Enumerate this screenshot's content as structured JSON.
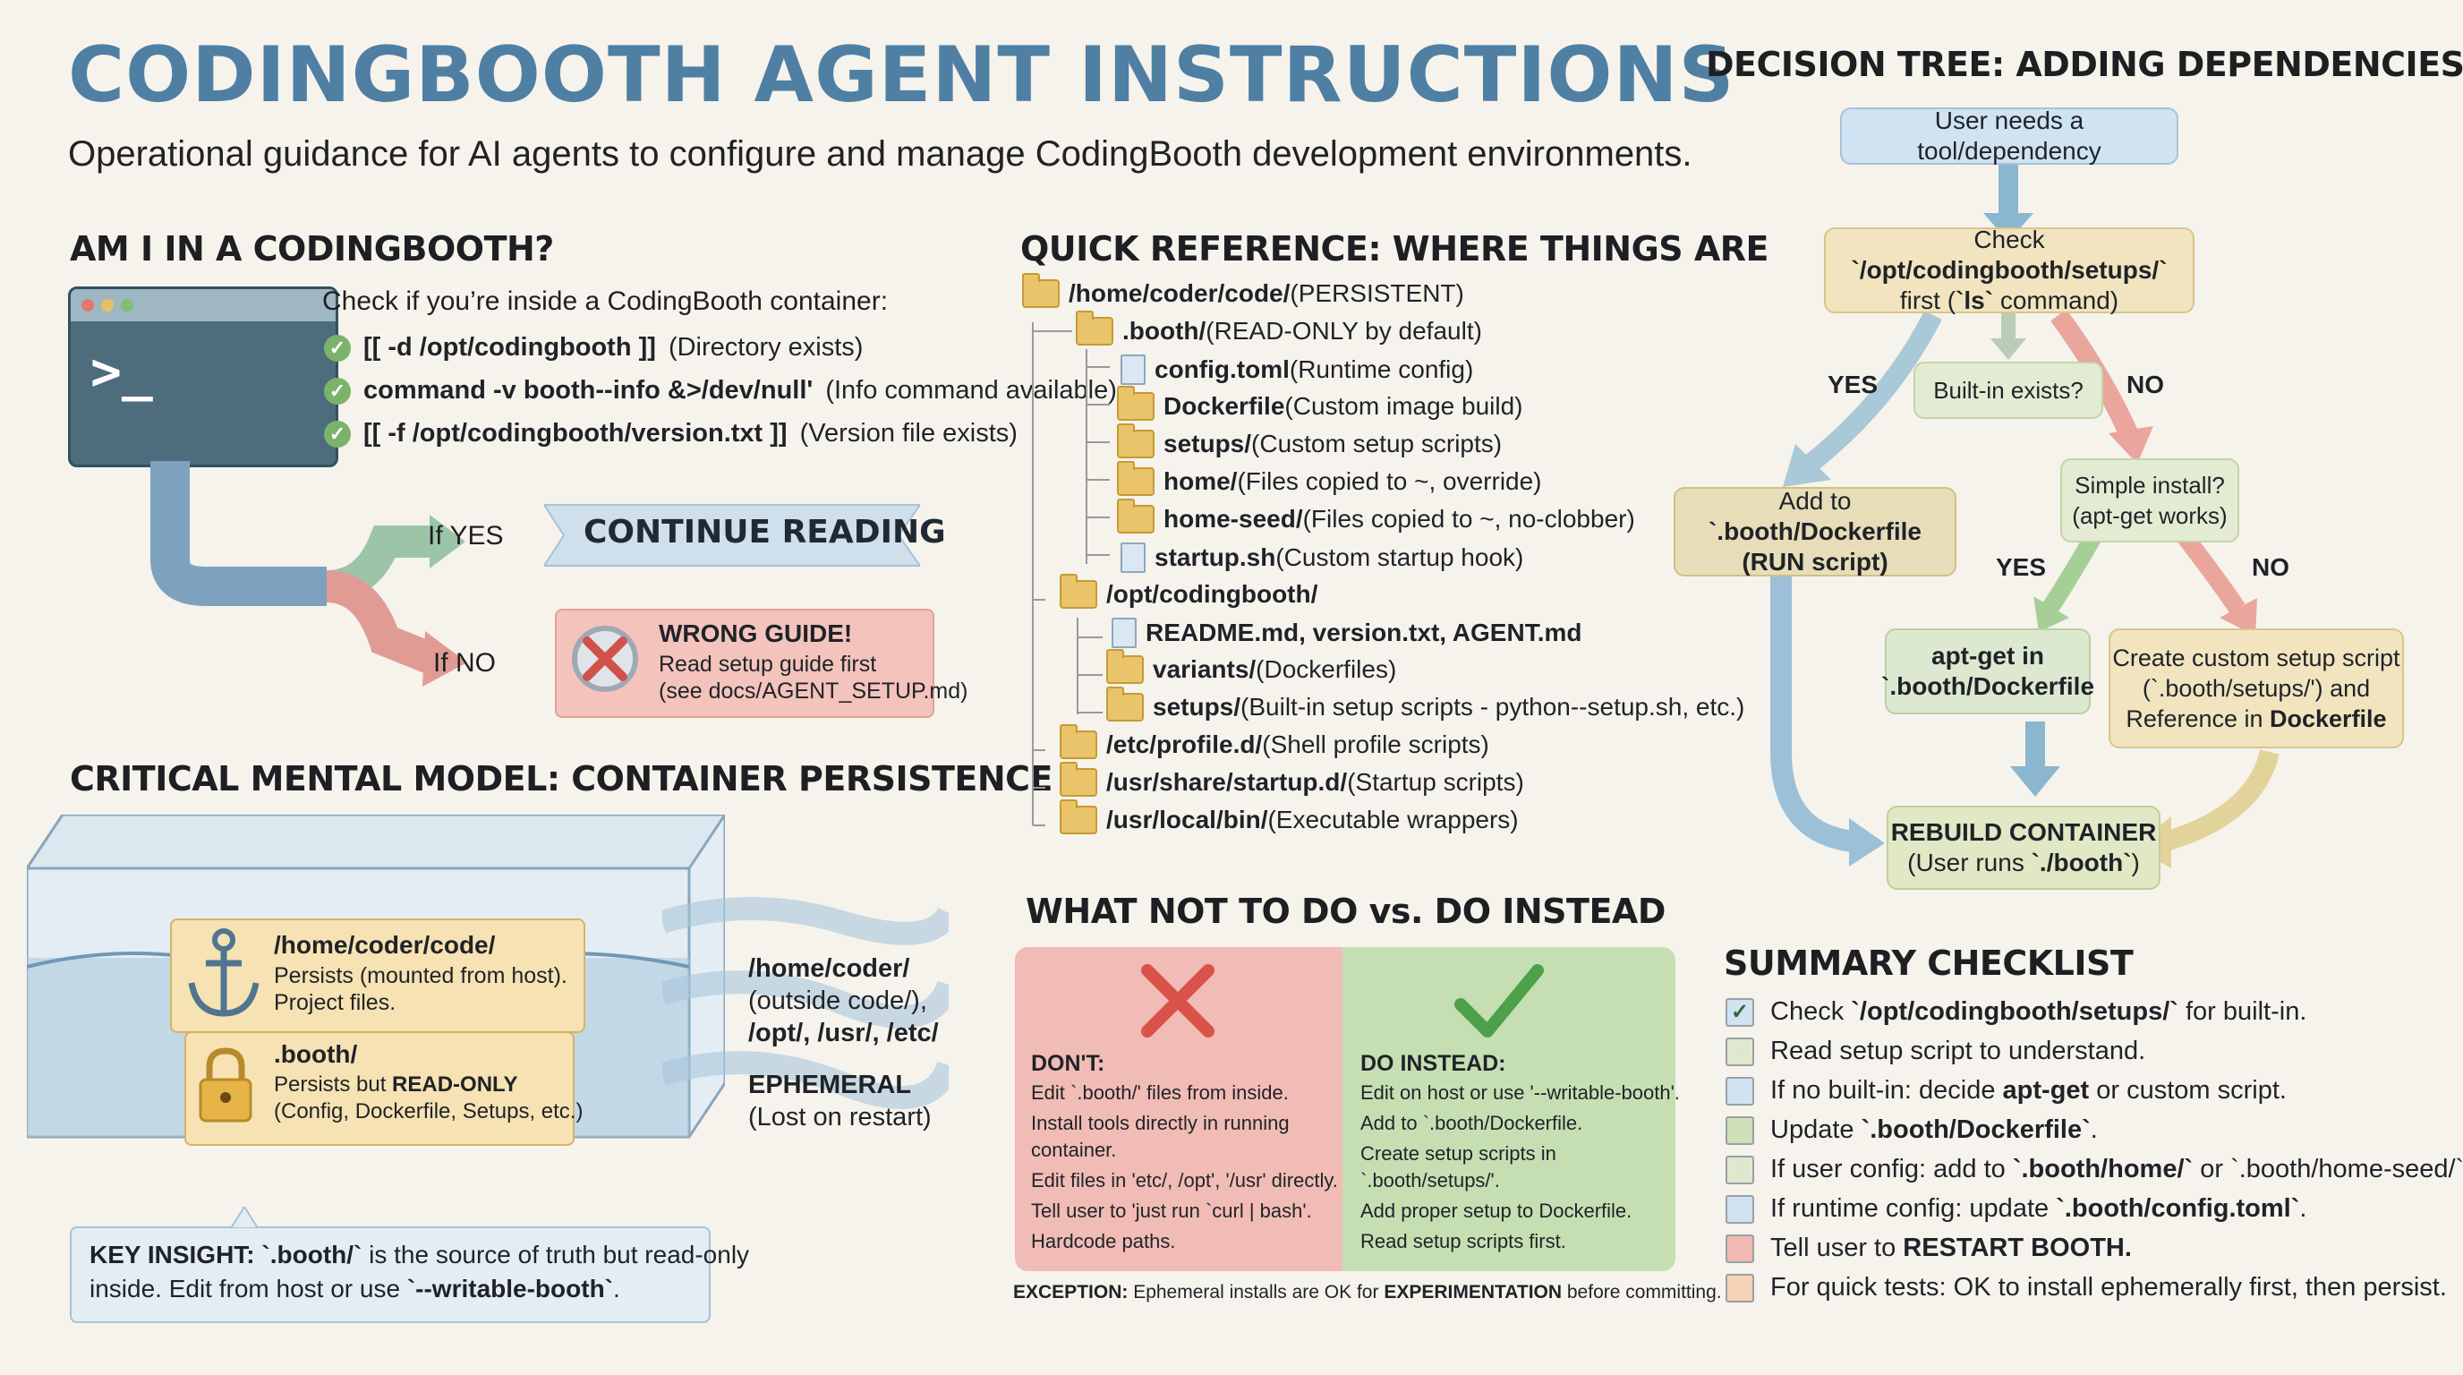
{
  "header": {
    "title": "CODINGBOOTH AGENT INSTRUCTIONS",
    "subtitle": "Operational guidance for AI agents to configure and manage CodingBooth development environments."
  },
  "am_i": {
    "heading": "AM I IN A CODINGBOOTH?",
    "intro": "Check if you’re inside a CodingBooth container:",
    "checks": [
      {
        "code": "[[ -d /opt/codingbooth ]]",
        "note": "(Directory exists)"
      },
      {
        "code": "command -v booth--info &>/dev/null'",
        "note": "(Info command available)"
      },
      {
        "code": "[[ -f /opt/codingbooth/version.txt ]]",
        "note": "(Version file exists)"
      }
    ],
    "prompt": ">_",
    "if_yes": "If YES",
    "if_no": "If NO",
    "continue": "CONTINUE READING",
    "wrong_title": "WRONG GUIDE!",
    "wrong_line1": "Read setup guide first",
    "wrong_line2": "(see docs/AGENT_SETUP.md)"
  },
  "mental": {
    "heading": "CRITICAL MENTAL MODEL: CONTAINER PERSISTENCE",
    "code_title": "/home/coder/code/",
    "code_line1": "Persists (mounted from host).",
    "code_line2": "Project files.",
    "booth_title": ".booth/",
    "booth_line1_a": "Persists but ",
    "booth_line1_b": "READ-ONLY",
    "booth_line2": "(Config, Dockerfile, Setups, etc.)",
    "outside_l1": "/home/coder/",
    "outside_l2": "(outside code/),",
    "outside_l3": "/opt/, /usr/, /etc/",
    "ephemeral": "EPHEMERAL",
    "lost": "(Lost on restart)",
    "insight_a": "KEY INSIGHT: ",
    "insight_b": "`.booth/`",
    "insight_c": " is the source of truth but read-only",
    "insight_d": "inside. Edit from host or use ",
    "insight_e": "`--writable-booth`",
    "insight_f": "."
  },
  "quickref": {
    "heading": "QUICK REFERENCE: WHERE THINGS ARE",
    "items": [
      {
        "icon": "folder",
        "name": "/home/coder/code/",
        "desc": " (PERSISTENT)"
      },
      {
        "icon": "folder",
        "name": ".booth/",
        "desc": " (READ-ONLY by default)"
      },
      {
        "icon": "file",
        "name": "config.toml",
        "desc": " (Runtime config)"
      },
      {
        "icon": "folder",
        "name": "Dockerfile",
        "desc": " (Custom image build)"
      },
      {
        "icon": "folder",
        "name": "setups/",
        "desc": " (Custom setup scripts)"
      },
      {
        "icon": "folder",
        "name": "home/",
        "desc": " (Files copied to ~, override)"
      },
      {
        "icon": "folder",
        "name": "home-seed/",
        "desc": " (Files copied to ~, no-clobber)"
      },
      {
        "icon": "file",
        "name": "startup.sh",
        "desc": " (Custom startup hook)"
      },
      {
        "icon": "folder",
        "name": "/opt/codingbooth/",
        "desc": ""
      },
      {
        "icon": "file",
        "name": "README.md, version.txt, AGENT.md",
        "desc": ""
      },
      {
        "icon": "folder",
        "name": "variants/",
        "desc": " (Dockerfiles)"
      },
      {
        "icon": "folder",
        "name": "setups/",
        "desc": " (Built-in setup scripts - python--setup.sh, etc.)"
      },
      {
        "icon": "folder",
        "name": "/etc/profile.d/",
        "desc": " (Shell profile scripts)"
      },
      {
        "icon": "folder",
        "name": "/usr/share/startup.d/",
        "desc": " (Startup scripts)"
      },
      {
        "icon": "folder",
        "name": "/usr/local/bin/",
        "desc": " (Executable wrappers)"
      }
    ]
  },
  "donts": {
    "heading": "WHAT NOT TO DO vs. DO INSTEAD",
    "dont_title": "DON'T:",
    "dont_lines": [
      "Edit `.booth/' files from inside.",
      "Install tools directly in running",
      "container.",
      "Edit files in 'etc/, /opt', '/usr' directly.",
      "Tell user to 'just run `curl | bash'.",
      "Hardcode paths."
    ],
    "do_title": "DO INSTEAD:",
    "do_lines": [
      "Edit on host or use '--writable-booth'.",
      "Add to `.booth/Dockerfile.",
      "Create setup scripts in",
      "`.booth/setups/'.",
      "Add proper setup to Dockerfile.",
      "Read setup scripts first."
    ],
    "exception_a": "EXCEPTION:",
    "exception_b": " Ephemeral installs are OK for ",
    "exception_c": "EXPERIMENTATION",
    "exception_d": " before committing."
  },
  "tree": {
    "heading": "DECISION TREE: ADDING DEPENDENCIES",
    "start": "User needs a tool/dependency",
    "check_a": "Check ",
    "check_b": "`/opt/codingbooth/setups/`",
    "check_c": "first (",
    "check_d": "`ls`",
    "check_e": " command)",
    "builtin": "Built-in exists?",
    "yes": "YES",
    "no": "NO",
    "add_a": "Add to ",
    "add_b": "`.booth/Dockerfile",
    "add_c": "(RUN script)",
    "simple_l1": "Simple install?",
    "simple_l2": "(apt-get works)",
    "yes2": "YES",
    "no2": "NO",
    "apt_l1": "apt-get in",
    "apt_l2": "`.booth/Dockerfile",
    "custom_l1": "Create custom setup script",
    "custom_l2": "(`.booth/setups/') and",
    "custom_l3a": "Reference in ",
    "custom_l3b": "Dockerfile",
    "rebuild_l1": "REBUILD CONTAINER",
    "rebuild_l2a": "(User runs ",
    "rebuild_l2b": "`./booth`",
    "rebuild_l2c": ")"
  },
  "checklist": {
    "heading": "SUMMARY CHECKLIST",
    "items": [
      {
        "pre": "Check ",
        "bold": "`/opt/codingbooth/setups/`",
        "post": " for built-in.",
        "checked": true,
        "color": "#cfe3f2"
      },
      {
        "pre": "Read setup script to understand.",
        "bold": "",
        "post": "",
        "checked": false,
        "color": "#dfe8cf"
      },
      {
        "pre": "If no built-in: decide ",
        "bold": "apt-get",
        "post": " or custom script.",
        "checked": false,
        "color": "#cfe3f2"
      },
      {
        "pre": "Update ",
        "bold": "`.booth/Dockerfile`",
        "post": ".",
        "checked": false,
        "color": "#cfe0b8"
      },
      {
        "pre": "If user config: add to ",
        "bold": "`.booth/home/`",
        "post": " or `.booth/home-seed/`.",
        "checked": false,
        "color": "#dfe8cf"
      },
      {
        "pre": "If runtime config: update ",
        "bold": "`.booth/config.toml`",
        "post": ".",
        "checked": false,
        "color": "#cfe3f2"
      },
      {
        "pre": "Tell user to ",
        "bold": "RESTART BOOTH.",
        "post": "",
        "checked": false,
        "color": "#f1b9b3"
      },
      {
        "pre": "For quick tests: OK to install ephemerally first, then persist.",
        "bold": "",
        "post": "",
        "checked": false,
        "color": "#f4d3b8"
      }
    ]
  }
}
